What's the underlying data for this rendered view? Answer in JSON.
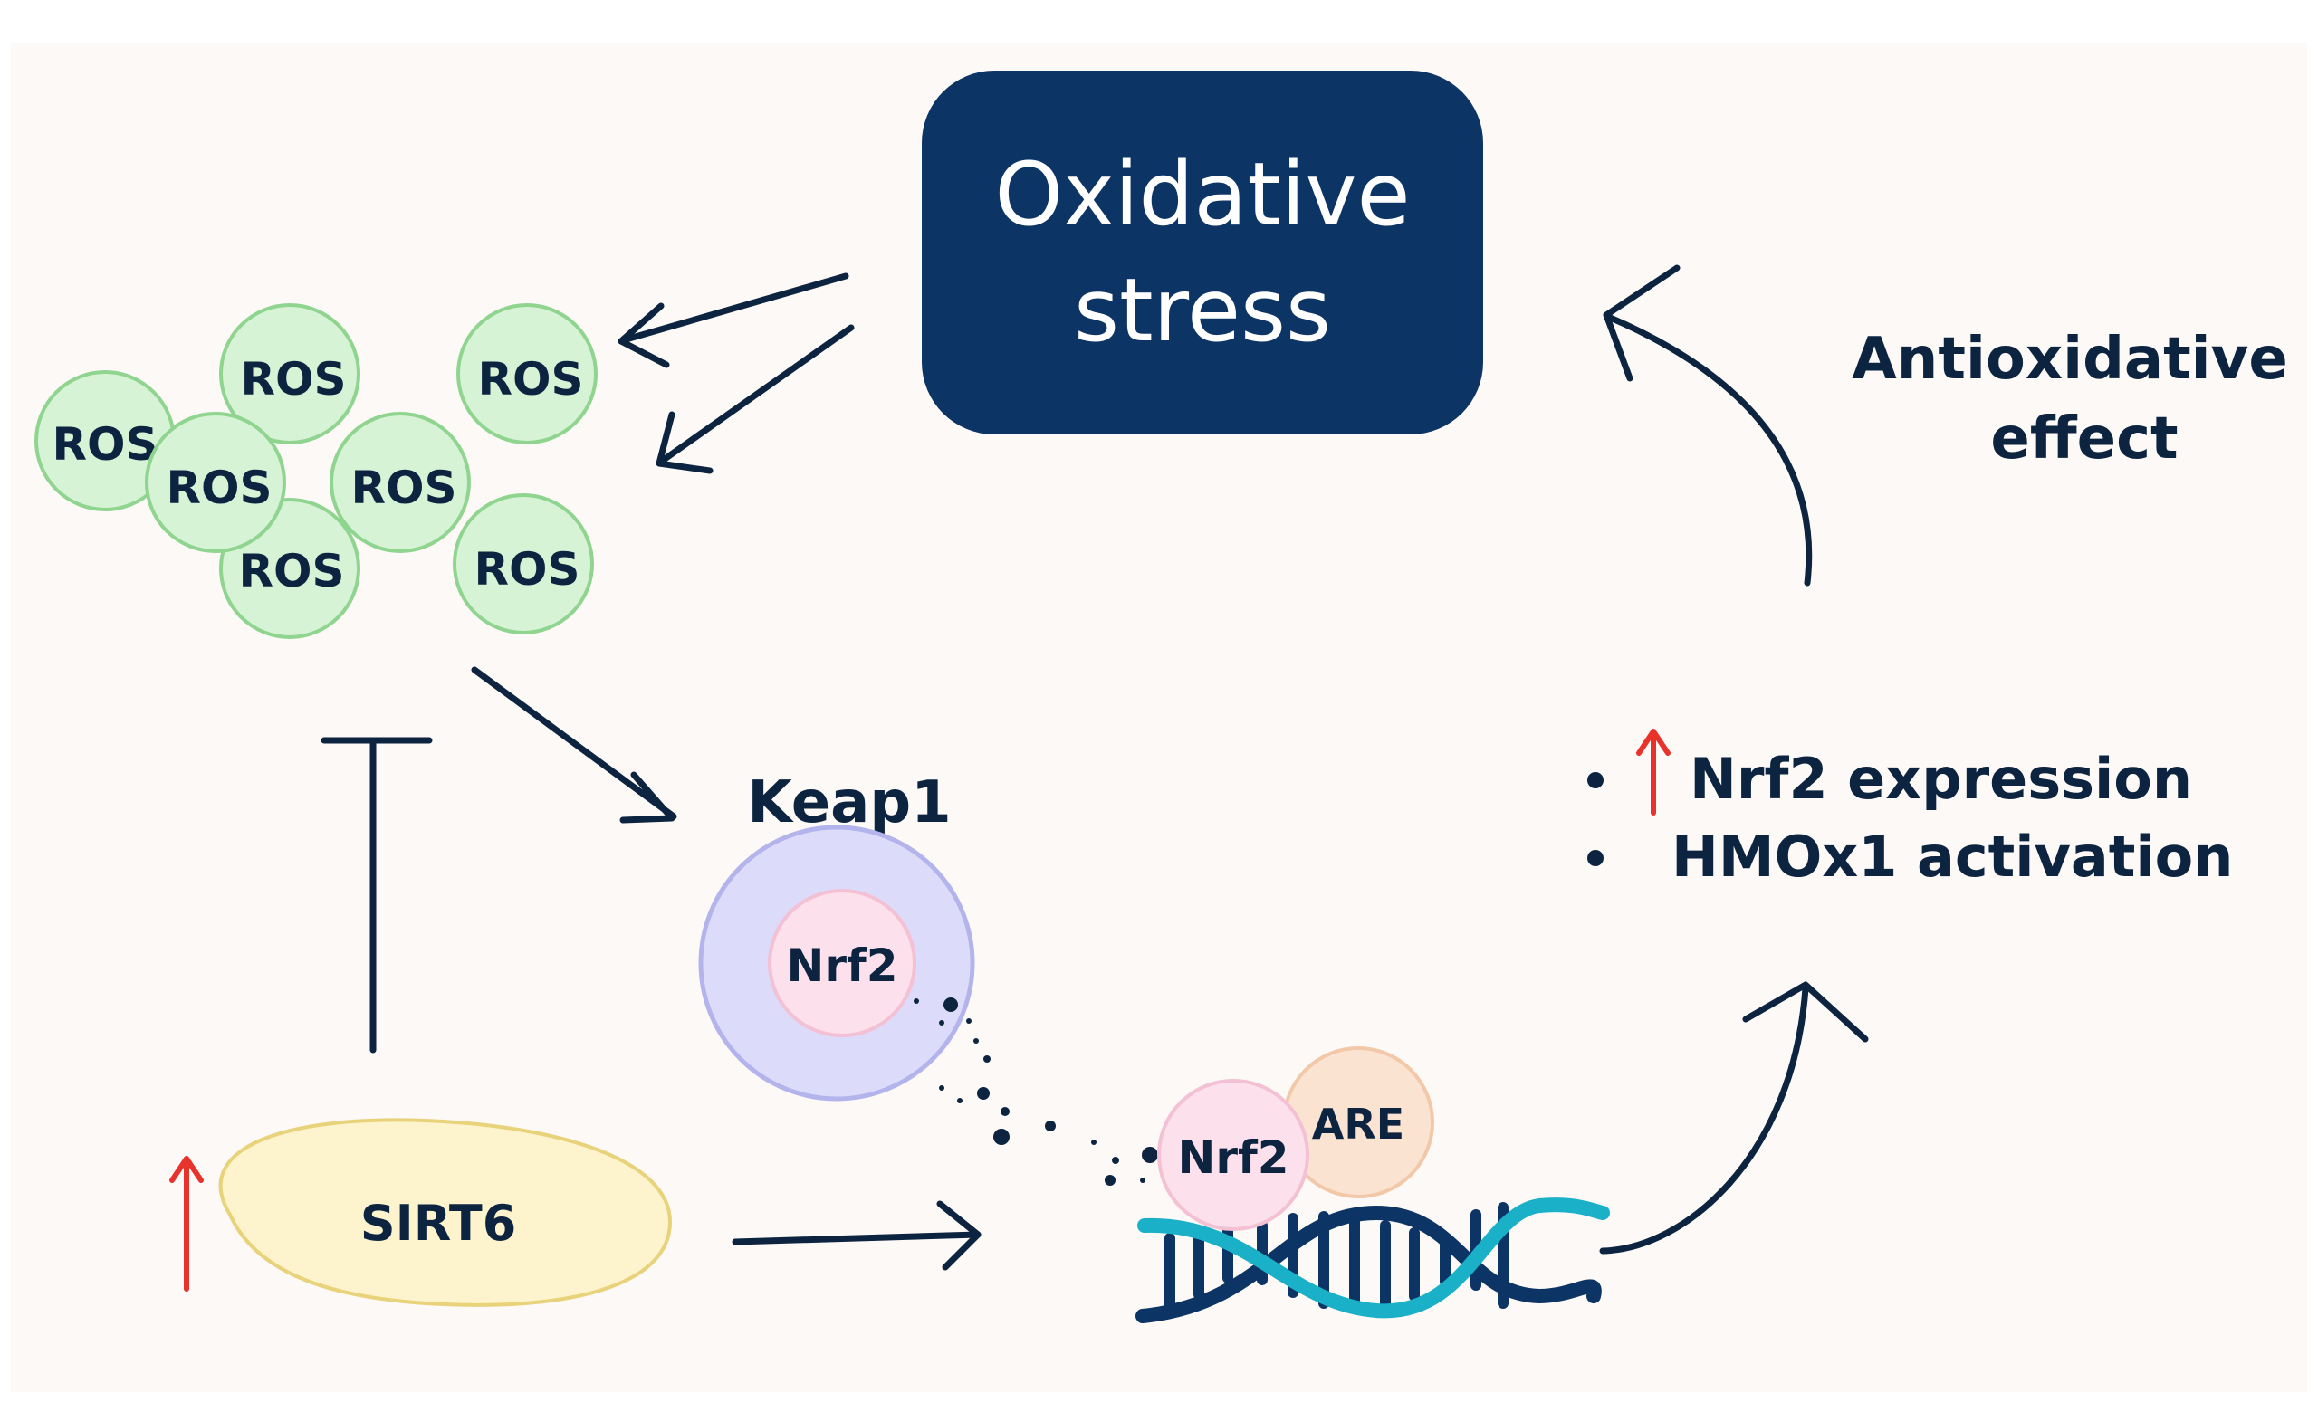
{
  "diagram": {
    "stress_box": {
      "line1": "Oxidative",
      "line2": "stress"
    },
    "ros_label": "ROS",
    "antioxidative": {
      "line1": "Antioxidative",
      "line2": "effect"
    },
    "keap1_label": "Keap1",
    "nrf2_label": "Nrf2",
    "are_label": "ARE",
    "sirt6_label": "SIRT6",
    "effects": {
      "line1": "Nrf2 expression",
      "line2": "HMOx1 activation"
    },
    "colors": {
      "background": "#fcf9f6",
      "navy": "#0c3464",
      "ros_fill": "#d6f3d6",
      "ros_stroke": "#8fd48f",
      "keap1_fill": "#dcdcfa",
      "keap1_stroke": "#b4b4ec",
      "nrf2_fill": "#fce0ec",
      "nrf2_stroke": "#f4c0d4",
      "are_fill": "#fbe3d2",
      "are_stroke": "#f2c8a8",
      "sirt6_fill": "#fdf3cc",
      "sirt6_stroke": "#e8d27a",
      "dna_teal": "#1ab0c8",
      "up_arrow": "#e8322c"
    }
  }
}
